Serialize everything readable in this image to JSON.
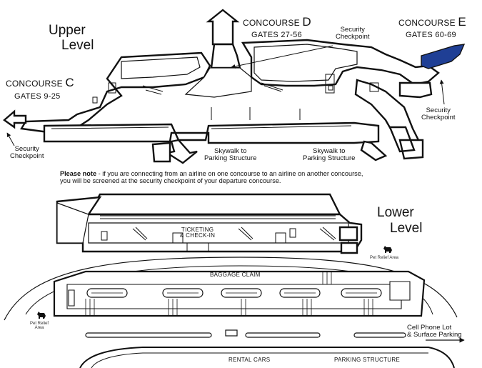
{
  "upper_level": {
    "line1": "Upper",
    "line2": "Level"
  },
  "lower_level": {
    "line1": "Lower",
    "line2": "Level"
  },
  "concourses": {
    "c": {
      "prefix": "CONCOURSE",
      "letter": "C",
      "gates": "GATES 9-25"
    },
    "d": {
      "prefix": "CONCOURSE",
      "letter": "D",
      "gates": "GATES 27-56"
    },
    "e": {
      "prefix": "CONCOURSE",
      "letter": "E",
      "gates": "GATES 60-69"
    }
  },
  "security": {
    "top": [
      "Security",
      "Checkpoint"
    ],
    "right": [
      "Security",
      "Checkpoint"
    ],
    "left": [
      "Security",
      "Checkpoint"
    ]
  },
  "skywalks": {
    "left": [
      "Skywalk to",
      "Parking Structure"
    ],
    "right": [
      "Skywalk to",
      "Parking Structure"
    ]
  },
  "note": {
    "bold": "Please note",
    "line1": " - if you are connecting from an airline on one concourse to an airline on another concourse,",
    "line2": "you will be screened at the security checkpoint of your departure concourse."
  },
  "ticketing": [
    "TICKETING",
    "& CHECK-IN"
  ],
  "baggage_claim": "BAGGAGE CLAIM",
  "pet_relief": {
    "right": "Pet Relief Area",
    "left": [
      "Pet Relief",
      "Area"
    ]
  },
  "cell_phone": [
    "Cell Phone Lot",
    "& Surface Parking"
  ],
  "rental_cars": "RENTAL CARS",
  "parking_structure": "PARKING STRUCTURE",
  "colors": {
    "highlight": "#1f3f95",
    "outline": "#111111",
    "background": "#ffffff"
  },
  "icons": [
    "dog-icon",
    "arrow-icon"
  ]
}
